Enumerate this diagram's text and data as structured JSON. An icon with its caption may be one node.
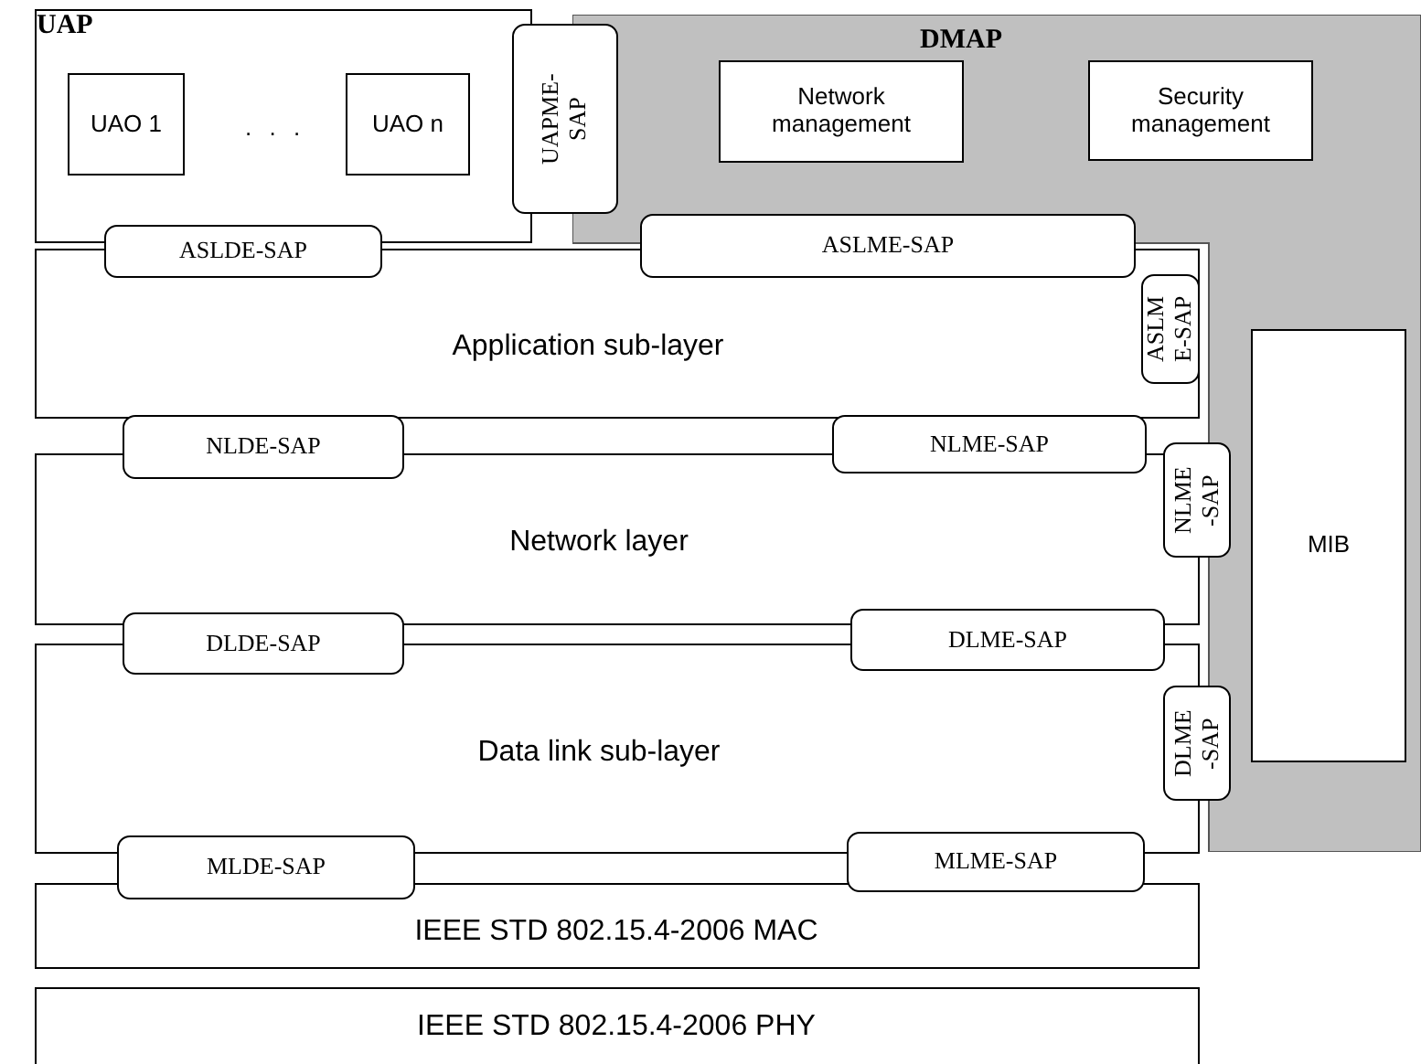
{
  "diagram": {
    "nodes": [
      {
        "text": [
          "UAP"
        ]
      },
      {
        "text": [
          "UAO 1"
        ],
        "in": 0
      },
      {
        "text": [
          "UAO n"
        ],
        "in": 0
      },
      {
        "text": [
          "UAPME- SAP"
        ]
      },
      {
        "text": [
          "DMAP"
        ]
      },
      {
        "text": [
          "Network management"
        ],
        "in": 4
      },
      {
        "text": [
          "Security management"
        ],
        "in": 4
      },
      {
        "text": [
          "MIB"
        ],
        "in": 4
      },
      {
        "text": [
          "ASLDE-SAP"
        ]
      },
      {
        "text": [
          "ASLME-SAP"
        ]
      },
      {
        "text": [
          "Application sub-layer"
        ]
      },
      {
        "text": [
          "ASLM E-SAP"
        ]
      },
      {
        "text": [
          "NLDE-SAP"
        ]
      },
      {
        "text": [
          "NLME-SAP"
        ]
      },
      {
        "text": [
          "NLME -SAP"
        ]
      },
      {
        "text": [
          "Network layer"
        ]
      },
      {
        "text": [
          "DLDE-SAP"
        ]
      },
      {
        "text": [
          "DLME-SAP"
        ]
      },
      {
        "text": [
          "DLME -SAP"
        ]
      },
      {
        "text": [
          "Data link sub-layer"
        ]
      },
      {
        "text": [
          "MLDE-SAP"
        ]
      },
      {
        "text": [
          "MLME-SAP"
        ]
      },
      {
        "text": [
          "IEEE STD 802.15.4-2006 MAC"
        ]
      },
      {
        "text": [
          "IEEE STD 802.15.4-2006 PHY"
        ]
      }
    ],
    "edges": [],
    "labels": [
      ". . ."
    ]
  }
}
